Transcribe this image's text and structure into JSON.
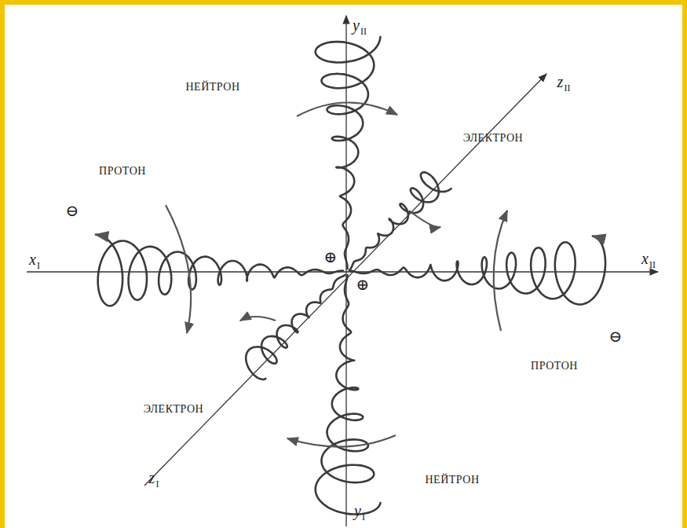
{
  "diagram": {
    "labels": [
      "yII",
      "НЕЙТРОН",
      "zII",
      "ЭЛЕКТРОН",
      "ПРОТОН",
      "⊖",
      "⊕",
      "xI",
      "xII",
      "⊕",
      "ПРОТОН",
      "⊖",
      "ЭЛЕКТРОН",
      "zI",
      "НЕЙТРОН",
      "yI"
    ]
  }
}
